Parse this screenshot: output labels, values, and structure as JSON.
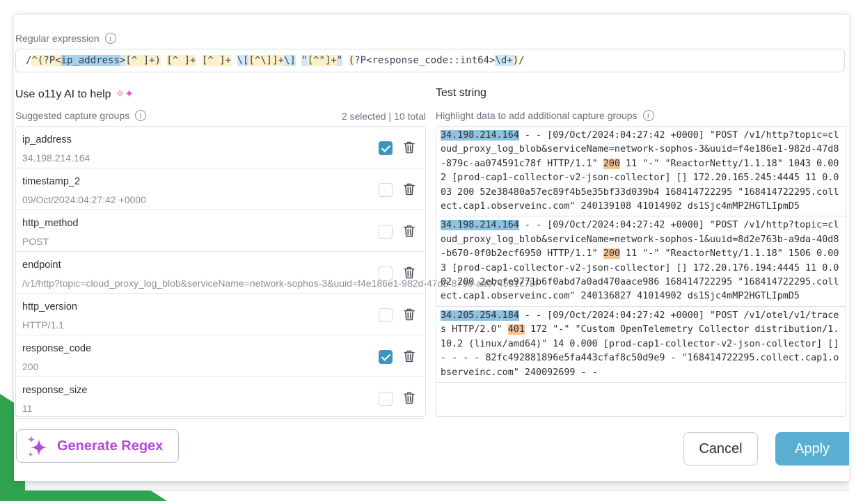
{
  "regex": {
    "label": "Regular expression",
    "parts": [
      {
        "t": "/"
      },
      {
        "t": "^(?P<",
        "c": "y"
      },
      {
        "t": "ip_address",
        "c": "bd"
      },
      {
        "t": ">",
        "c": "b"
      },
      {
        "t": "[^ ]+)",
        "c": "y"
      },
      {
        "t": " "
      },
      {
        "t": "[^ ]+",
        "c": "y"
      },
      {
        "t": " "
      },
      {
        "t": "[^ ]+",
        "c": "y"
      },
      {
        "t": " "
      },
      {
        "t": "\\[",
        "c": "b"
      },
      {
        "t": "[^\\]]+",
        "c": "y"
      },
      {
        "t": "\\]",
        "c": "b"
      },
      {
        "t": " "
      },
      {
        "t": "\"",
        "c": "b"
      },
      {
        "t": "[^\"]+",
        "c": "y"
      },
      {
        "t": "\"",
        "c": "b"
      },
      {
        "t": " "
      },
      {
        "t": "(",
        "c": "y"
      },
      {
        "t": "?P<response_code::int64>"
      },
      {
        "t": "\\d+",
        "c": "b"
      },
      {
        "t": ")",
        "c": "y"
      },
      {
        "t": "/"
      }
    ]
  },
  "ai": {
    "title": "Use o11y AI to help",
    "suggested_label": "Suggested capture groups",
    "count": "2 selected | 10 total"
  },
  "groups": [
    {
      "name": "ip_address",
      "value": "34.198.214.164",
      "checked": true
    },
    {
      "name": "timestamp_2",
      "value": "09/Oct/2024:04:27:42 +0000",
      "checked": false
    },
    {
      "name": "http_method",
      "value": "POST",
      "checked": false
    },
    {
      "name": "endpoint",
      "value": "/v1/http?topic=cloud_proxy_log_blob&serviceName=network-sophos-3&uuid=f4e186e1-982d-47d8-879c-aa074591c78f",
      "checked": false
    },
    {
      "name": "http_version",
      "value": "HTTP/1.1",
      "checked": false
    },
    {
      "name": "response_code",
      "value": "200",
      "checked": true
    },
    {
      "name": "response_size",
      "value": "11",
      "checked": false
    }
  ],
  "test": {
    "title": "Test string",
    "highlight_label": "Highlight data to add additional capture groups",
    "entries": [
      {
        "ip": "34.198.214.164",
        "mid": " - - [09/Oct/2024:04:27:42 +0000] \"POST /v1/http?topic=cloud_proxy_log_blob&serviceName=network-sophos-3&uuid=f4e186e1-982d-47d8-879c-aa074591c78f HTTP/1.1\" ",
        "code": "200",
        "rest": " 11 \"-\" \"ReactorNetty/1.1.18\" 1043 0.002 [prod-cap1-collector-v2-json-collector] [] 172.20.165.245:4445 11 0.003 200 52e38480a57ec89f4b5e35bf33d039b4 168414722295 \"168414722295.collect.cap1.observeinc.com\" 240139108 41014902 ds1Sjc4mMP2HGTLIpmD5"
      },
      {
        "ip": "34.198.214.164",
        "mid": " - - [09/Oct/2024:04:27:42 +0000] \"POST /v1/http?topic=cloud_proxy_log_blob&serviceName=network-sophos-1&uuid=8d2e763b-a9da-40d8-b670-0f0b2ecf6950 HTTP/1.1\" ",
        "code": "200",
        "rest": " 11 \"-\" \"ReactorNetty/1.1.18\" 1506 0.003 [prod-cap1-collector-v2-json-collector] [] 172.20.176.194:4445 11 0.002 200 2ebcfe9771b6f0abd7a0ad470aace986 168414722295 \"168414722295.collect.cap1.observeinc.com\" 240136827 41014902 ds1Sjc4mMP2HGTLIpmD5"
      },
      {
        "ip": "34.205.254.184",
        "mid": " - - [09/Oct/2024:04:27:42 +0000] \"POST /v1/otel/v1/traces HTTP/2.0\" ",
        "code": "401",
        "rest": " 172 \"-\" \"Custom OpenTelemetry Collector distribution/1.10.2 (linux/amd64)\" 14 0.000 [prod-cap1-collector-v2-json-collector] [] - - - - 82fc492881896e5fa443cfaf8c50d9e9 - \"168414722295.collect.cap1.observeinc.com\" 240092699 - -"
      }
    ]
  },
  "buttons": {
    "generate": "Generate Regex",
    "cancel": "Cancel",
    "apply": "Apply"
  },
  "colors": {
    "accent": "#5aaed2",
    "checkbox": "#3d95bf",
    "ai_purple": "#b54bd6",
    "ip_highlight": "#8fc2e0",
    "code_highlight": "#f8c391"
  }
}
